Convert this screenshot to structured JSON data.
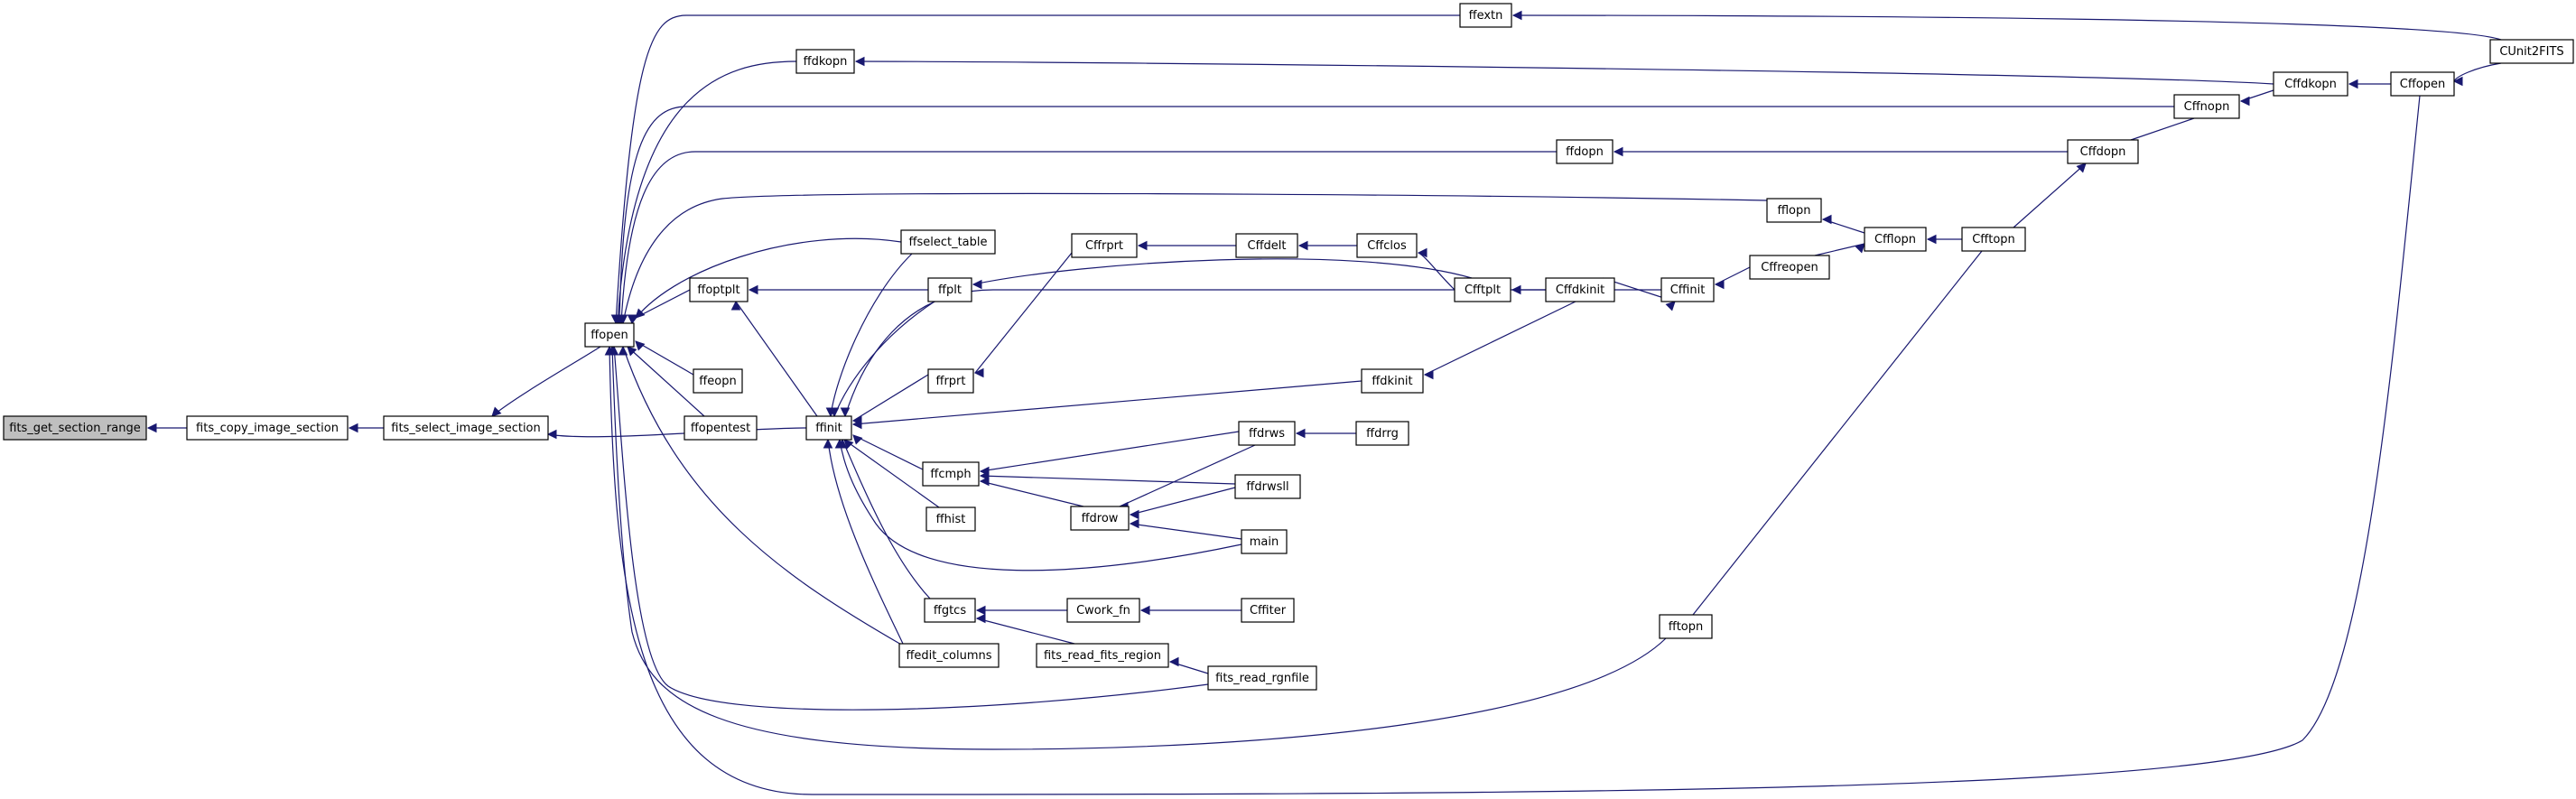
{
  "diagram": {
    "root": "fits_get_section_range",
    "nodes": [
      {
        "id": "fits_get_section_range",
        "label": "fits_get_section_range"
      },
      {
        "id": "fits_copy_image_section",
        "label": "fits_copy_image_section"
      },
      {
        "id": "fits_select_image_section",
        "label": "fits_select_image_section"
      },
      {
        "id": "ffopen",
        "label": "ffopen"
      },
      {
        "id": "ffinit",
        "label": "ffinit"
      },
      {
        "id": "ffextn",
        "label": "ffextn"
      },
      {
        "id": "CUnit2FITS",
        "label": "CUnit2FITS"
      },
      {
        "id": "ffdkopn",
        "label": "ffdkopn"
      },
      {
        "id": "Cffdkopn",
        "label": "Cffdkopn"
      },
      {
        "id": "Cffopen",
        "label": "Cffopen"
      },
      {
        "id": "Cffnopn",
        "label": "Cffnopn"
      },
      {
        "id": "ffdopn",
        "label": "ffdopn"
      },
      {
        "id": "Cffdopn",
        "label": "Cffdopn"
      },
      {
        "id": "fflopn",
        "label": "fflopn"
      },
      {
        "id": "Cfflopn",
        "label": "Cfflopn"
      },
      {
        "id": "Cfftopn",
        "label": "Cfftopn"
      },
      {
        "id": "ffselect_table",
        "label": "ffselect_table"
      },
      {
        "id": "ffoptplt",
        "label": "ffoptplt"
      },
      {
        "id": "ffplt",
        "label": "ffplt"
      },
      {
        "id": "Cffinit",
        "label": "Cffinit"
      },
      {
        "id": "Cffreopen",
        "label": "Cffreopen"
      },
      {
        "id": "ffrprt",
        "label": "ffrprt"
      },
      {
        "id": "Cffrprt",
        "label": "Cffrprt"
      },
      {
        "id": "Cffdelt",
        "label": "Cffdelt"
      },
      {
        "id": "Cffclos",
        "label": "Cffclos"
      },
      {
        "id": "Cfftplt",
        "label": "Cfftplt"
      },
      {
        "id": "Cffdkinit",
        "label": "Cffdkinit"
      },
      {
        "id": "ffeopn",
        "label": "ffeopn"
      },
      {
        "id": "ffdkinit",
        "label": "ffdkinit"
      },
      {
        "id": "ffopentest",
        "label": "ffopentest"
      },
      {
        "id": "ffcmph",
        "label": "ffcmph"
      },
      {
        "id": "ffdrws",
        "label": "ffdrws"
      },
      {
        "id": "ffdrrg",
        "label": "ffdrrg"
      },
      {
        "id": "ffdrwsll",
        "label": "ffdrwsll"
      },
      {
        "id": "ffdrow",
        "label": "ffdrow"
      },
      {
        "id": "ffhist",
        "label": "ffhist"
      },
      {
        "id": "main",
        "label": "main"
      },
      {
        "id": "ffgtcs",
        "label": "ffgtcs"
      },
      {
        "id": "Cwork_fn",
        "label": "Cwork_fn"
      },
      {
        "id": "Cffiter",
        "label": "Cffiter"
      },
      {
        "id": "fits_read_fits_region",
        "label": "fits_read_fits_region"
      },
      {
        "id": "fits_read_rgnfile",
        "label": "fits_read_rgnfile"
      },
      {
        "id": "ffedit_columns",
        "label": "ffedit_columns"
      },
      {
        "id": "fftopn",
        "label": "fftopn"
      }
    ],
    "edges": [
      {
        "from": "fits_copy_image_section",
        "to": "fits_get_section_range"
      },
      {
        "from": "fits_select_image_section",
        "to": "fits_copy_image_section"
      },
      {
        "from": "ffopen",
        "to": "fits_select_image_section"
      },
      {
        "from": "ffinit",
        "to": "fits_select_image_section"
      },
      {
        "from": "ffextn",
        "to": "ffopen"
      },
      {
        "from": "CUnit2FITS",
        "to": "ffextn"
      },
      {
        "from": "ffdkopn",
        "to": "ffopen"
      },
      {
        "from": "Cffdkopn",
        "to": "ffdkopn"
      },
      {
        "from": "Cffopen",
        "to": "Cffdkopn"
      },
      {
        "from": "CUnit2FITS",
        "to": "Cffopen"
      },
      {
        "from": "Cffnopn",
        "to": "ffopen"
      },
      {
        "from": "Cffdkopn",
        "to": "Cffnopn"
      },
      {
        "from": "ffdopn",
        "to": "ffopen"
      },
      {
        "from": "Cffdopn",
        "to": "ffdopn"
      },
      {
        "from": "Cffnopn",
        "to": "Cffdopn"
      },
      {
        "from": "fflopn",
        "to": "ffopen"
      },
      {
        "from": "Cfflopn",
        "to": "fflopn"
      },
      {
        "from": "Cfftopn",
        "to": "Cfflopn"
      },
      {
        "from": "Cfftopn",
        "to": "Cffdopn"
      },
      {
        "from": "Cffreopen",
        "to": "Cfflopn"
      },
      {
        "from": "ffselect_table",
        "to": "ffopen"
      },
      {
        "from": "ffselect_table",
        "to": "ffinit"
      },
      {
        "from": "ffoptplt",
        "to": "ffopen"
      },
      {
        "from": "ffoptplt",
        "to": "ffinit"
      },
      {
        "from": "ffplt",
        "to": "ffoptplt"
      },
      {
        "from": "ffplt",
        "to": "ffinit"
      },
      {
        "from": "Cfftplt",
        "to": "ffplt"
      },
      {
        "from": "Cffinit",
        "to": "ffinit"
      },
      {
        "from": "Cffreopen",
        "to": "Cffinit"
      },
      {
        "from": "Cffdkinit",
        "to": "Cffinit"
      },
      {
        "from": "Cffdkinit",
        "to": "Cfftplt"
      },
      {
        "from": "ffrprt",
        "to": "ffinit"
      },
      {
        "from": "Cffrprt",
        "to": "ffrprt"
      },
      {
        "from": "Cffdelt",
        "to": "Cffrprt"
      },
      {
        "from": "Cffclos",
        "to": "Cffdelt"
      },
      {
        "from": "Cfftplt",
        "to": "Cffclos"
      },
      {
        "from": "ffeopn",
        "to": "ffopen"
      },
      {
        "from": "ffdkinit",
        "to": "ffinit"
      },
      {
        "from": "Cffdkinit",
        "to": "ffdkinit"
      },
      {
        "from": "ffopentest",
        "to": "ffopen"
      },
      {
        "from": "ffcmph",
        "to": "ffinit"
      },
      {
        "from": "ffdrws",
        "to": "ffcmph"
      },
      {
        "from": "ffdrrg",
        "to": "ffdrws"
      },
      {
        "from": "ffdrwsll",
        "to": "ffcmph"
      },
      {
        "from": "ffdrow",
        "to": "ffcmph"
      },
      {
        "from": "ffdrws",
        "to": "ffdrow"
      },
      {
        "from": "ffdrwsll",
        "to": "ffdrow"
      },
      {
        "from": "main",
        "to": "ffdrow"
      },
      {
        "from": "ffhist",
        "to": "ffinit"
      },
      {
        "from": "main",
        "to": "ffinit"
      },
      {
        "from": "ffgtcs",
        "to": "ffinit"
      },
      {
        "from": "Cwork_fn",
        "to": "ffgtcs"
      },
      {
        "from": "Cffiter",
        "to": "Cwork_fn"
      },
      {
        "from": "fits_read_fits_region",
        "to": "ffgtcs"
      },
      {
        "from": "fits_read_rgnfile",
        "to": "fits_read_fits_region"
      },
      {
        "from": "fits_read_rgnfile",
        "to": "ffopen"
      },
      {
        "from": "ffedit_columns",
        "to": "ffopen"
      },
      {
        "from": "ffedit_columns",
        "to": "ffinit"
      },
      {
        "from": "fftopn",
        "to": "ffopen"
      },
      {
        "from": "Cfftopn",
        "to": "fftopn"
      },
      {
        "from": "Cffopen",
        "to": "ffopen"
      }
    ],
    "colors": {
      "edge": "#191970",
      "root_fill": "#bfbfbf",
      "node_fill": "#ffffff",
      "node_border": "#000000"
    }
  }
}
